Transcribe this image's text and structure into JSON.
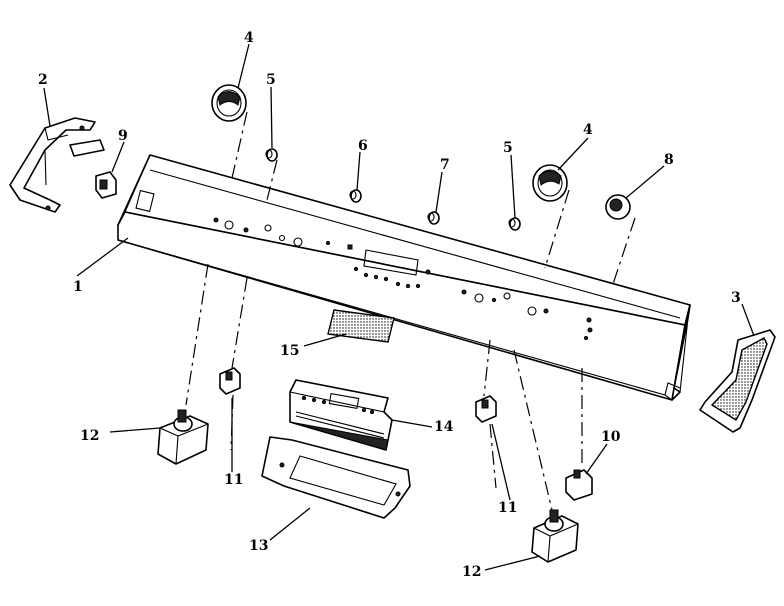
{
  "callouts": {
    "c1": "1",
    "c2": "2",
    "c3": "3",
    "c4a": "4",
    "c4b": "4",
    "c5a": "5",
    "c5b": "5",
    "c6": "6",
    "c7": "7",
    "c8": "8",
    "c9": "9",
    "c10": "10",
    "c11a": "11",
    "c11b": "11",
    "c12a": "12",
    "c12b": "12",
    "c13": "13",
    "c14": "14",
    "c15": "15"
  }
}
